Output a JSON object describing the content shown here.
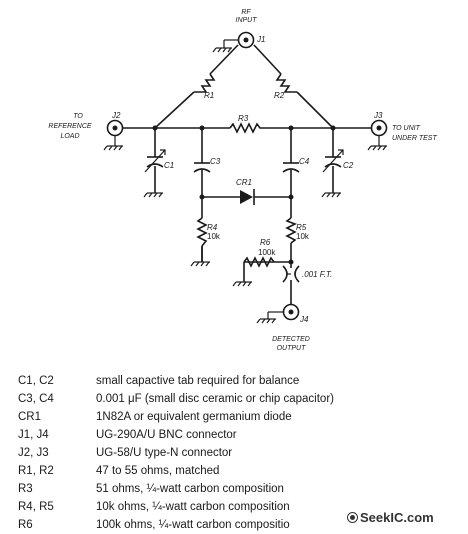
{
  "labels": {
    "rf_input": [
      "RF",
      "INPUT"
    ],
    "j1": "J1",
    "j2": "J2",
    "j3": "J3",
    "j4": "J4",
    "to_reference": [
      "TO",
      "REFERENCE",
      "LOAD"
    ],
    "to_unit": [
      "TO UNIT",
      "UNDER TEST"
    ],
    "r1": "R1",
    "r2": "R2",
    "r3": "R3",
    "r4": [
      "R4",
      "10k"
    ],
    "r5": [
      "R5",
      "10k"
    ],
    "r6": [
      "R6",
      "100k"
    ],
    "c1": "C1",
    "c2": "C2",
    "c3": "C3",
    "c4": "C4",
    "cr1": "CR1",
    "feedthru": ".001 F.T.",
    "detected_output": [
      "DETECTED",
      "OUTPUT"
    ]
  },
  "parts_list": [
    {
      "ref": "C1, C2",
      "desc": "small capactive tab required for balance"
    },
    {
      "ref": "C3, C4",
      "desc": "0.001 μF (small disc ceramic or chip capacitor)"
    },
    {
      "ref": "CR1",
      "desc": "1N82A or equivalent germanium diode"
    },
    {
      "ref": "J1, J4",
      "desc": "UG-290A/U BNC connector"
    },
    {
      "ref": "J2, J3",
      "desc": "UG-58/U type-N connector"
    },
    {
      "ref": "R1, R2",
      "desc": "47 to 55 ohms, matched"
    },
    {
      "ref": "R3",
      "desc": "51 ohms, ¼-watt carbon composition"
    },
    {
      "ref": "R4, R5",
      "desc": "10k ohms, ¼-watt carbon composition"
    },
    {
      "ref": "R6",
      "desc": "100k ohms, ¼-watt carbon compositio"
    }
  ],
  "watermark": "SeekIC.com"
}
